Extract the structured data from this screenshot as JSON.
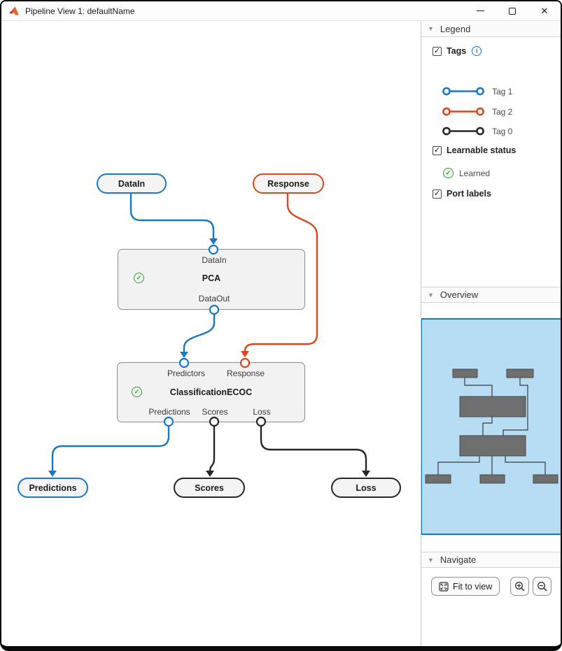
{
  "window": {
    "title": "Pipeline View 1: defaultName"
  },
  "canvas": {
    "source_datain": {
      "label": "DataIn"
    },
    "source_response": {
      "label": "Response"
    },
    "pca": {
      "title": "PCA",
      "port_in": "DataIn",
      "port_out": "DataOut"
    },
    "ecoc": {
      "title": "ClassificationECOC",
      "port_predictors": "Predictors",
      "port_response": "Response",
      "port_predictions": "Predictions",
      "port_scores": "Scores",
      "port_loss": "Loss"
    },
    "sink_predictions": {
      "label": "Predictions"
    },
    "sink_scores": {
      "label": "Scores"
    },
    "sink_loss": {
      "label": "Loss"
    }
  },
  "panel": {
    "legend": {
      "header": "Legend",
      "tags_label": "Tags",
      "tags": [
        {
          "label": "Tag 1",
          "color": "#1779c4"
        },
        {
          "label": "Tag 2",
          "color": "#d5491d"
        },
        {
          "label": "Tag 0",
          "color": "#262626"
        }
      ],
      "learnable_label": "Learnable status",
      "learned_label": "Learned",
      "port_labels_label": "Port labels"
    },
    "overview": {
      "header": "Overview"
    },
    "navigate": {
      "header": "Navigate",
      "fit_label": "Fit to view"
    }
  },
  "colors": {
    "tag1_blue": "#1779c4",
    "tag2_orange": "#d5491d",
    "tag0_black": "#262626",
    "learned_green": "#3f9142",
    "minimap_bg": "#b6ddf4",
    "minimap_viewport_border": "#1779c4",
    "node_fill": "#f2f2f2",
    "node_border": "#8c8c8c"
  }
}
